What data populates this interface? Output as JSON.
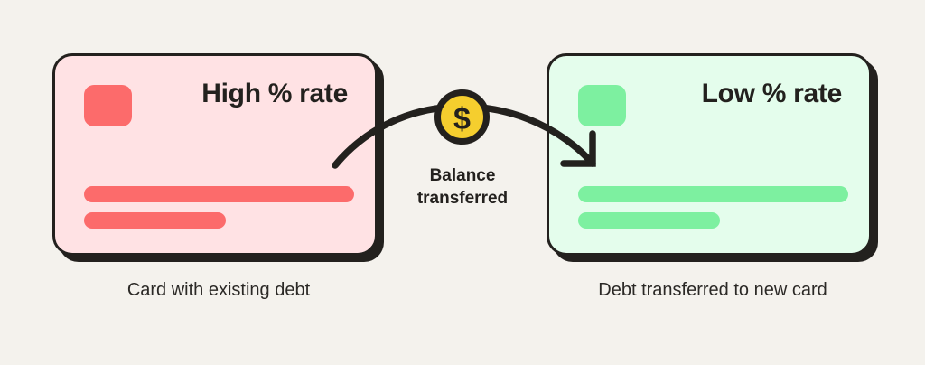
{
  "background_color": "#F4F2ED",
  "ink_color": "#23211E",
  "cards": {
    "left": {
      "title": "High % rate",
      "caption": "Card with existing debt",
      "background_color": "#FFE2E4",
      "accent_color": "#FC6B6B",
      "chip_icon": "card-chip-icon"
    },
    "right": {
      "title": "Low % rate",
      "caption": "Debt transferred to new card",
      "background_color": "#E4FDEC",
      "accent_color": "#7DF0A0",
      "chip_icon": "card-chip-icon"
    }
  },
  "transfer": {
    "label_line1": "Balance",
    "label_line2": "transferred",
    "coin_icon": "dollar-coin-icon",
    "coin_color": "#F5CE2E",
    "coin_symbol": "$",
    "arrow_icon": "curved-arrow-right-icon"
  }
}
